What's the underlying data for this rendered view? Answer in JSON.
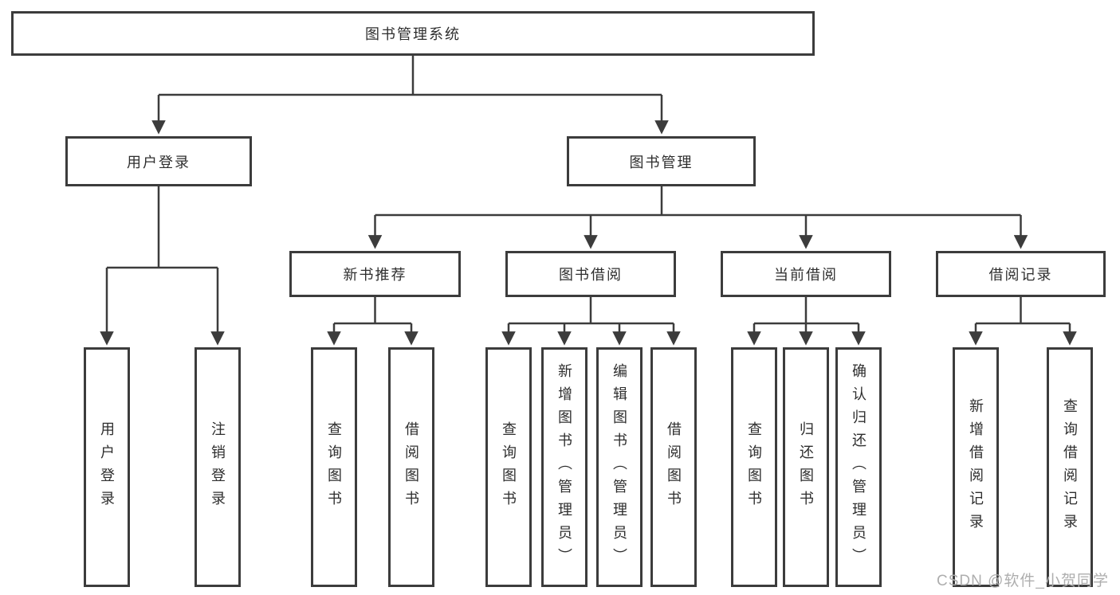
{
  "diagram": {
    "type": "tree",
    "title": "图书管理系统",
    "root": {
      "label": "图书管理系统",
      "children": [
        {
          "label": "用户登录",
          "children": [
            {
              "label": "用户登录"
            },
            {
              "label": "注销登录"
            }
          ]
        },
        {
          "label": "图书管理",
          "children": [
            {
              "label": "新书推荐",
              "children": [
                {
                  "label": "查询图书"
                },
                {
                  "label": "借阅图书"
                }
              ]
            },
            {
              "label": "图书借阅",
              "children": [
                {
                  "label": "查询图书"
                },
                {
                  "label": "新增图书（管理员）"
                },
                {
                  "label": "编辑图书（管理员）"
                },
                {
                  "label": "借阅图书"
                }
              ]
            },
            {
              "label": "当前借阅",
              "children": [
                {
                  "label": "查询图书"
                },
                {
                  "label": "归还图书"
                },
                {
                  "label": "确认归还（管理员）"
                }
              ]
            },
            {
              "label": "借阅记录",
              "children": [
                {
                  "label": "新增借阅记录"
                },
                {
                  "label": "查询借阅记录"
                }
              ]
            }
          ]
        }
      ]
    }
  },
  "watermark": {
    "text": "CSDN @软件_小贺同学"
  },
  "colors": {
    "line": "#3c3c3c",
    "box_border": "#3c3c3c",
    "text": "#2e2e2e",
    "background": "#ffffff",
    "watermark": "#aeaeae"
  }
}
